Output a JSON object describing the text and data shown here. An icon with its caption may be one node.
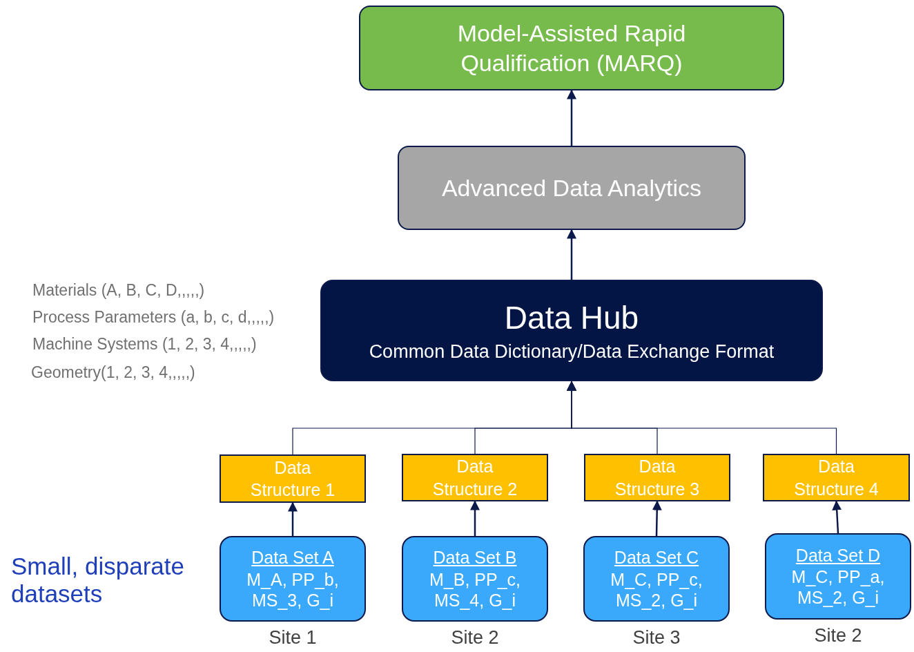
{
  "diagram": {
    "nodes": [
      {
        "text": [
          "Model-Assisted Rapid Qualification (MARQ)"
        ]
      },
      {
        "text": [
          "Advanced Data Analytics"
        ]
      },
      {
        "text": [
          "Data Hub",
          "Common Data Dictionary/Data Exchange Format"
        ]
      },
      {
        "text": [
          "Data Structure 1"
        ]
      },
      {
        "text": [
          "Data Structure 2"
        ]
      },
      {
        "text": [
          "Data Structure 3"
        ]
      },
      {
        "text": [
          "Data Structure 4"
        ]
      },
      {
        "text": [
          "Data Set A",
          "M_A, PP_b, MS_3, G_i"
        ],
        "beside": [
          "Site 1"
        ]
      },
      {
        "text": [
          "Data Set B",
          "M_B, PP_c, MS_4, G_i"
        ],
        "beside": [
          "Site 2"
        ]
      },
      {
        "text": [
          "Data Set C",
          "M_C, PP_c, MS_2, G_i"
        ],
        "beside": [
          "Site 3"
        ]
      },
      {
        "text": [
          "Data Set D",
          "M_C, PP_a, MS_2, G_i"
        ],
        "beside": [
          "Site 2"
        ]
      }
    ],
    "edges": [
      {
        "from": 1,
        "to": 0,
        "arrow": "to"
      },
      {
        "from": 2,
        "to": 1,
        "arrow": "to"
      },
      {
        "from": 3,
        "to": 2,
        "arrow": "to"
      },
      {
        "from": 4,
        "to": 2,
        "arrow": "to"
      },
      {
        "from": 5,
        "to": 2,
        "arrow": "to"
      },
      {
        "from": 6,
        "to": 2,
        "arrow": "to"
      },
      {
        "from": 7,
        "to": 3,
        "arrow": "to"
      },
      {
        "from": 8,
        "to": 4,
        "arrow": "to"
      },
      {
        "from": 9,
        "to": 5,
        "arrow": "to"
      },
      {
        "from": 10,
        "to": 6,
        "arrow": "to"
      }
    ],
    "labels": [
      "Materials (A, B, C, D,,,,,)",
      "Process Parameters (a, b, c, d,,,,,)",
      "Machine Systems (1, 2, 3, 4,,,,,)",
      "Geometry(1, 2, 3, 4,,,,,)",
      "Small, disparate datasets"
    ]
  }
}
